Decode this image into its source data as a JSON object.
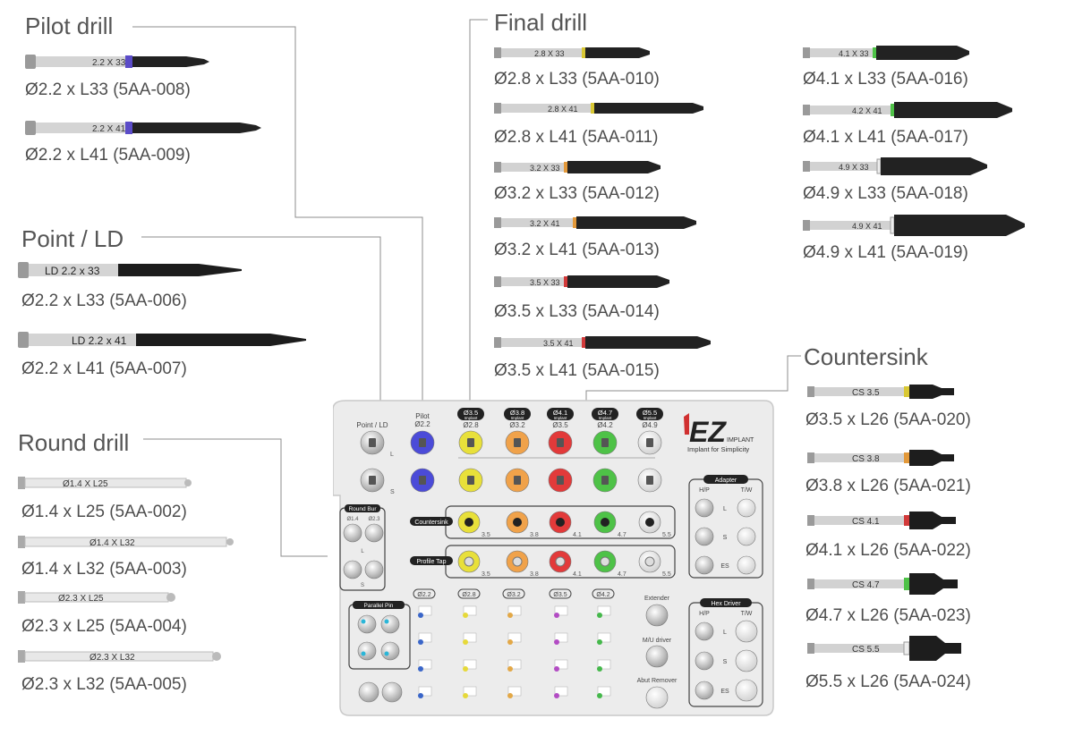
{
  "groups": {
    "pilot": {
      "title": "Pilot drill",
      "items": [
        "Ø2.2 x L33 (5AA-008)",
        "Ø2.2 x L41 (5AA-009)"
      ],
      "marks": [
        "2.2 X 33",
        "2.2 X 41"
      ]
    },
    "point": {
      "title": "Point / LD",
      "items": [
        "Ø2.2 x L33 (5AA-006)",
        "Ø2.2 x L41 (5AA-007)"
      ],
      "marks": [
        "LD 2.2 x 33",
        "LD 2.2 x 41"
      ]
    },
    "round": {
      "title": "Round drill",
      "items": [
        "Ø1.4 x L25 (5AA-002)",
        "Ø1.4 x L32 (5AA-003)",
        "Ø2.3 x L25 (5AA-004)",
        "Ø2.3 x L32 (5AA-005)"
      ],
      "marks": [
        "Ø1.4 X L25",
        "Ø1.4 X L32",
        "Ø2.3 X L25",
        "Ø2.3 X L32"
      ]
    },
    "final": {
      "title": "Final drill",
      "items": [
        "Ø2.8 x L33 (5AA-010)",
        "Ø2.8 x L41 (5AA-011)",
        "Ø3.2 x L33 (5AA-012)",
        "Ø3.2 x L41 (5AA-013)",
        "Ø3.5 x L33 (5AA-014)",
        "Ø3.5 x L41 (5AA-015)"
      ],
      "marks": [
        "2.8 X 33",
        "2.8 X 41",
        "3.2 X 33",
        "3.2 X 41",
        "3.5 X 33",
        "3.5 X 41"
      ]
    },
    "final2": {
      "items": [
        "Ø4.1 x L33 (5AA-016)",
        "Ø4.1 x L41 (5AA-017)",
        "Ø4.9 x L33 (5AA-018)",
        "Ø4.9 x L41 (5AA-019)"
      ],
      "marks": [
        "4.1 X 33",
        "4.2 X 41",
        "4.9 X 33",
        "4.9 X 41"
      ]
    },
    "countersink": {
      "title": "Countersink",
      "items": [
        "Ø3.5 x L26 (5AA-020)",
        "Ø3.8 x L26 (5AA-021)",
        "Ø4.1 x L26 (5AA-022)",
        "Ø4.7 x L26 (5AA-023)",
        "Ø5.5 x L26 (5AA-024)"
      ],
      "marks": [
        "CS 3.5",
        "CS 3.8",
        "CS 4.1",
        "CS 4.7",
        "CS 5.5"
      ]
    }
  },
  "kit": {
    "brand": "EZ",
    "brand_sub": "IMPLANT",
    "tagline": "Implant for Simplicity",
    "col_labels": [
      "Point / LD",
      "Pilot",
      "Ø3.5",
      "Ø3.8",
      "Ø4.1",
      "Ø4.7",
      "Ø5.5"
    ],
    "col_sub_labels": [
      "",
      "Ø2.2",
      "Ø2.8",
      "Ø3.2",
      "Ø3.5",
      "Ø4.2",
      "Ø4.9"
    ],
    "col_badge_word": "Implant",
    "row_marks": [
      "L",
      "S"
    ],
    "round_bur": {
      "title": "Round Bur",
      "sizes": [
        "Ø1.4",
        "Ø2.3"
      ],
      "marks": [
        "L",
        "S"
      ]
    },
    "countersink_label": "Countersink",
    "countersink_sizes": [
      "3.5",
      "3.8",
      "4.1",
      "4.7",
      "5.5"
    ],
    "profile_tap_label": "Profile Tap",
    "profile_tap_sizes": [
      "3.5",
      "3.8",
      "4.1",
      "4.7",
      "5.5"
    ],
    "parallel_pin": "Parallel Pin",
    "pin_sizes": [
      "Ø2.2",
      "Ø2.8",
      "Ø3.2",
      "Ø3.5",
      "Ø4.2"
    ],
    "adapter": {
      "title": "Adapter",
      "cols": [
        "H/P",
        "T/W"
      ],
      "rows": [
        "L",
        "S",
        "ES"
      ]
    },
    "hex_driver": {
      "title": "Hex Driver",
      "cols": [
        "H/P",
        "T/W"
      ],
      "rows": [
        "L",
        "S",
        "ES"
      ]
    },
    "extender": "Extender",
    "mu_driver": "M/U driver",
    "abut_remover": "Abut Remover",
    "colors": {
      "pilot": "#4b4bd8",
      "d35": "#e8e03a",
      "d38": "#f0a24a",
      "d41": "#e23a3a",
      "d47": "#4ec247",
      "d55": "#f2f2f2",
      "pin_22": "#3a66c9",
      "pin_28": "#e6d93a",
      "pin_32": "#e3a847",
      "pin_35": "#b34cc4",
      "pin_42": "#45b84b"
    }
  }
}
